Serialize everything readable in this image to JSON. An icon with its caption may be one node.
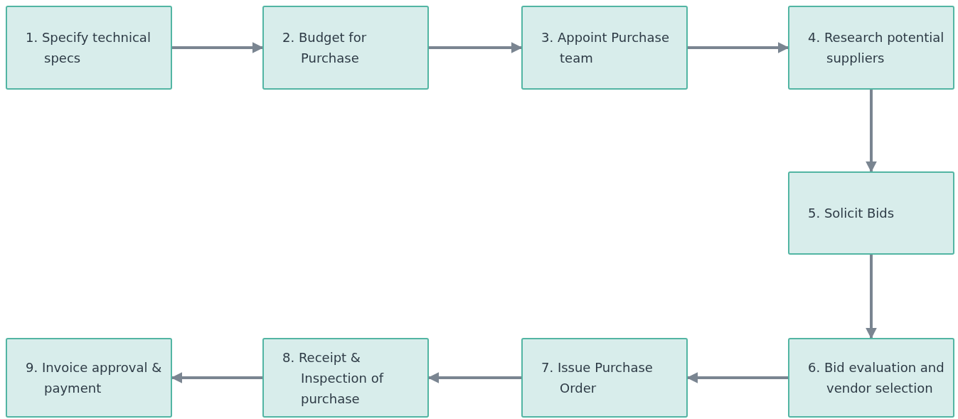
{
  "diagram": {
    "nodes": [
      {
        "text": [
          "1. Specify technical specs"
        ]
      },
      {
        "text": [
          "2. Budget for Purchase"
        ]
      },
      {
        "text": [
          "3. Appoint Purchase team"
        ]
      },
      {
        "text": [
          "4. Research potential suppliers"
        ]
      },
      {
        "text": [
          "5. Solicit Bids"
        ]
      },
      {
        "text": [
          "6. Bid evaluation and vendor selection"
        ]
      },
      {
        "text": [
          "7. Issue Purchase Order"
        ]
      },
      {
        "text": [
          "8. Receipt & Inspection of purchase"
        ]
      },
      {
        "text": [
          "9. Invoice approval & payment"
        ]
      }
    ],
    "edges": [
      {
        "from": 0,
        "to": 1,
        "arrow": "to"
      },
      {
        "from": 1,
        "to": 2,
        "arrow": "to"
      },
      {
        "from": 2,
        "to": 3,
        "arrow": "to"
      },
      {
        "from": 3,
        "to": 4,
        "arrow": "to"
      },
      {
        "from": 4,
        "to": 5,
        "arrow": "to"
      },
      {
        "from": 5,
        "to": 6,
        "arrow": "to"
      },
      {
        "from": 6,
        "to": 7,
        "arrow": "to"
      },
      {
        "from": 7,
        "to": 8,
        "arrow": "to"
      }
    ]
  }
}
